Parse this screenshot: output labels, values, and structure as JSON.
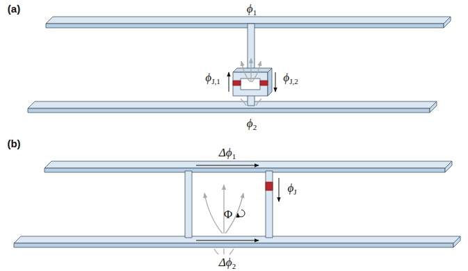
{
  "diagram": {
    "labels": [
      "(a)",
      "ϕ1",
      "ϕJ,1",
      "ϕJ,2",
      "ϕ2",
      "(b)",
      "Δϕ1",
      "ϕJ",
      "Φ",
      "Δϕ2"
    ]
  }
}
